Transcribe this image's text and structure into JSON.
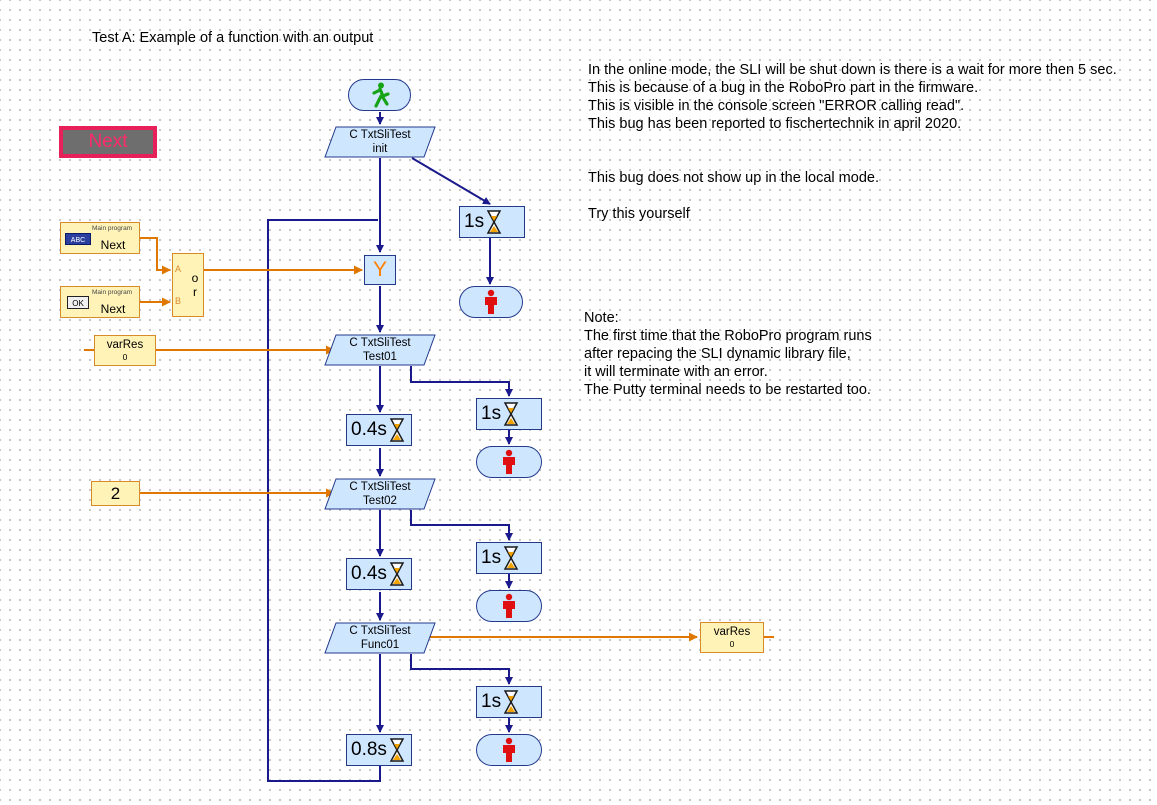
{
  "title": "Test A: Example of a function with an output",
  "next_button": {
    "label": "Next"
  },
  "inputs": [
    {
      "caption": "Main program",
      "label": "Next",
      "icon": "ABC"
    },
    {
      "caption": "Main program",
      "label": "Next",
      "icon": "OK"
    }
  ],
  "or_block": {
    "a": "A",
    "b": "B",
    "label": "or"
  },
  "y_block": {
    "label": "Y"
  },
  "var_in": {
    "name": "varRes",
    "value": "0"
  },
  "var_out": {
    "name": "varRes",
    "value": "0"
  },
  "const_value": "2",
  "subprograms": [
    {
      "line1": "C TxtSliTest",
      "line2": "init"
    },
    {
      "line1": "C TxtSliTest",
      "line2": "Test01"
    },
    {
      "line1": "C TxtSliTest",
      "line2": "Test02"
    },
    {
      "line1": "C TxtSliTest",
      "line2": "Func01"
    }
  ],
  "waits": {
    "init": "1s",
    "test01_side": "1s",
    "test01_main": "0.4s",
    "test02_side": "1s",
    "test02_main": "0.4s",
    "func01_side": "1s",
    "func01_main": "0.8s"
  },
  "notes": {
    "online_mode": [
      "In the online mode, the SLI will be shut down is there is a wait for more  then 5 sec.",
      "This is because of a bug in the RoboPro part in the  firmware.",
      "This is visible in the console screen \"ERROR calling read\".",
      "This bug has been reported to fischertechnik in april 2020."
    ],
    "local_mode": "This bug does not show up in the local mode.",
    "try": "Try this yourself",
    "note": [
      "Note:",
      "The first time that the RoboPro program runs",
      "after repacing the SLI dynamic library file,",
      "it will terminate with an error.",
      "The Putty terminal needs to be restarted too."
    ]
  },
  "colors": {
    "flow_line": "#1a1a8c",
    "data_line": "#e07800",
    "block_fill": "#cfe6ff",
    "data_fill": "#fff3b8",
    "next_button_border": "#e8205a",
    "next_button_fill": "#6e6e6e"
  }
}
